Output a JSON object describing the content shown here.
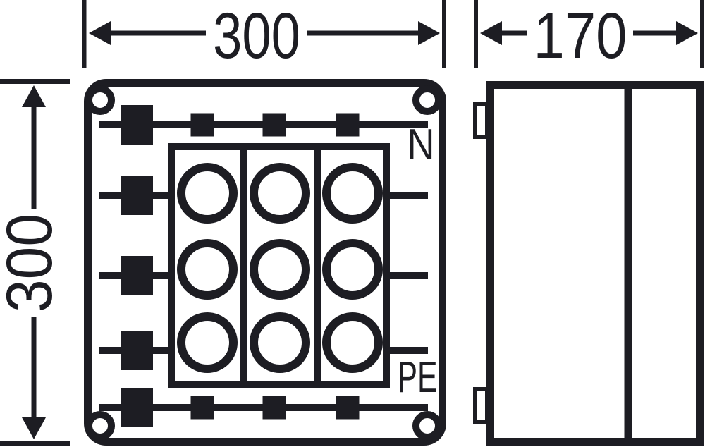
{
  "document": {
    "type": "technical-dimension-drawing",
    "subject": "cable junction box with 3x3 terminal block, front and side views",
    "colors": {
      "ink": "#1d1d23",
      "bg": "#ffffff"
    },
    "dimensions": {
      "front_width_label": "300",
      "front_height_label": "300",
      "depth_label": "170"
    },
    "front_view": {
      "bus_top_label": "N",
      "bus_bottom_label": "PE",
      "terminal_grid_rows": 3,
      "terminal_grid_cols": 3,
      "top_bus_entries": 4,
      "bottom_bus_entries": 4,
      "side_entries": 3
    },
    "side_view": {
      "hinge_tabs": 2,
      "lid_divider": true
    }
  }
}
